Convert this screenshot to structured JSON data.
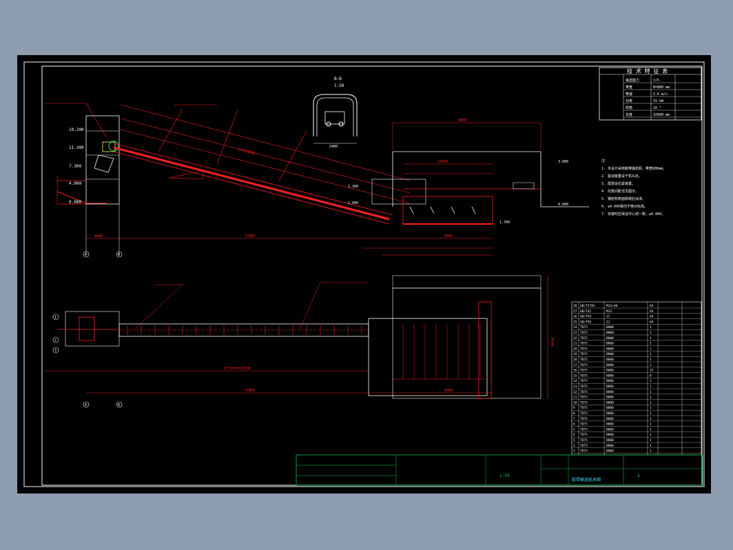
{
  "colors": {
    "background": "#8f9db0",
    "sheet": "#000000",
    "frame": "#ffffff",
    "red": "#ff2020",
    "green": "#00c850",
    "yellow": "#ffff40",
    "cyan": "#40e0ff"
  },
  "section": {
    "title": "B—B",
    "scale": "1:50",
    "width": "2400"
  },
  "specs": {
    "title": "技 术 特 征 表",
    "rows": [
      {
        "label": "输送能力",
        "value": "t/h"
      },
      {
        "label": "带宽",
        "value": "B=800 mm"
      },
      {
        "label": "带速",
        "value": "1.6 m/s"
      },
      {
        "label": "功率",
        "value": "15 kW"
      },
      {
        "label": "倾角",
        "value": "16 °"
      },
      {
        "label": "长度",
        "value": "32000 mm"
      }
    ]
  },
  "notes": [
    "注：",
    "1. 本设计采用胶带输送机，带宽800mm。",
    "2. 驱动装置设于机头处。",
    "3. 尾部设拉紧装置。",
    "4. 托辊间距详见图示。",
    "5. 钢结构表面除锈后涂漆。",
    "6. ±0.000相当于绝对标高。",
    "7. 安装时应保证中心线一致，±0.000。"
  ],
  "elevations": {
    "upper": [
      "10.200",
      "11.300",
      "7.300",
      "4.000",
      "0.000"
    ],
    "right": [
      "3.000",
      "0.000"
    ],
    "mid": [
      "1.300",
      "1.000",
      "1.700"
    ]
  },
  "dimensions": {
    "slope_length": "L=32000",
    "total": "37000",
    "left_span": "4400",
    "right_span": "5000",
    "hopper": "12000",
    "top_width": "8000",
    "plan_total": "37000",
    "plan_span": "17*1500=25500",
    "plan_right": "4000",
    "height": "8500"
  },
  "axes": {
    "upper_left": "A",
    "upper_right": "B",
    "plan_left": "A",
    "plan_right": "B",
    "rows": [
      "1",
      "2",
      "3"
    ]
  },
  "bom": {
    "rows": [
      {
        "no": "28",
        "code": "GB/T5783",
        "name": "M12×40",
        "qty": "64",
        "note": ""
      },
      {
        "no": "27",
        "code": "GB/T41",
        "name": "M12",
        "qty": "64",
        "note": ""
      },
      {
        "no": "26",
        "code": "GB/T93",
        "name": "12",
        "qty": "64",
        "note": ""
      },
      {
        "no": "25",
        "code": "GB/T95",
        "name": "12",
        "qty": "64",
        "note": ""
      },
      {
        "no": "24",
        "code": "TD75",
        "name": "B800",
        "qty": "1",
        "note": ""
      },
      {
        "no": "23",
        "code": "TD75",
        "name": "B800",
        "qty": "1",
        "note": ""
      },
      {
        "no": "22",
        "code": "TD75",
        "name": "B800",
        "qty": "1",
        "note": ""
      },
      {
        "no": "21",
        "code": "TD75",
        "name": "B800",
        "qty": "1",
        "note": ""
      },
      {
        "no": "20",
        "code": "TD75",
        "name": "B800",
        "qty": "1",
        "note": ""
      },
      {
        "no": "19",
        "code": "TD75",
        "name": "B800",
        "qty": "1",
        "note": ""
      },
      {
        "no": "18",
        "code": "TD75",
        "name": "B800",
        "qty": "1",
        "note": ""
      },
      {
        "no": "17",
        "code": "TD75",
        "name": "B800",
        "qty": "2",
        "note": ""
      },
      {
        "no": "16",
        "code": "TD75",
        "name": "B800",
        "qty": "22",
        "note": ""
      },
      {
        "no": "15",
        "code": "TD75",
        "name": "B800",
        "qty": "8",
        "note": ""
      },
      {
        "no": "14",
        "code": "TD75",
        "name": "B800",
        "qty": "1",
        "note": ""
      },
      {
        "no": "13",
        "code": "TD75",
        "name": "B800",
        "qty": "1",
        "note": ""
      },
      {
        "no": "12",
        "code": "TD75",
        "name": "B800",
        "qty": "1",
        "note": ""
      },
      {
        "no": "11",
        "code": "TD75",
        "name": "B800",
        "qty": "1",
        "note": ""
      },
      {
        "no": "10",
        "code": "TD75",
        "name": "B800",
        "qty": "1",
        "note": ""
      },
      {
        "no": "9",
        "code": "TD75",
        "name": "B800",
        "qty": "1",
        "note": ""
      },
      {
        "no": "8",
        "code": "TD75",
        "name": "B800",
        "qty": "1",
        "note": ""
      },
      {
        "no": "7",
        "code": "TD75",
        "name": "B800",
        "qty": "2",
        "note": ""
      },
      {
        "no": "6",
        "code": "TD75",
        "name": "B800",
        "qty": "1",
        "note": ""
      },
      {
        "no": "5",
        "code": "TD75",
        "name": "B800",
        "qty": "1",
        "note": ""
      },
      {
        "no": "4",
        "code": "TD75",
        "name": "B800",
        "qty": "1",
        "note": ""
      },
      {
        "no": "3",
        "code": "TD75",
        "name": "B800",
        "qty": "1",
        "note": ""
      },
      {
        "no": "2",
        "code": "TD75",
        "name": "B800",
        "qty": "1",
        "note": ""
      },
      {
        "no": "1",
        "code": "TD75",
        "name": "B800",
        "qty": "1",
        "note": ""
      }
    ]
  },
  "title_block": {
    "drawing_title": "胶带输送机总图",
    "scale": "1:50",
    "sheet": "1"
  }
}
